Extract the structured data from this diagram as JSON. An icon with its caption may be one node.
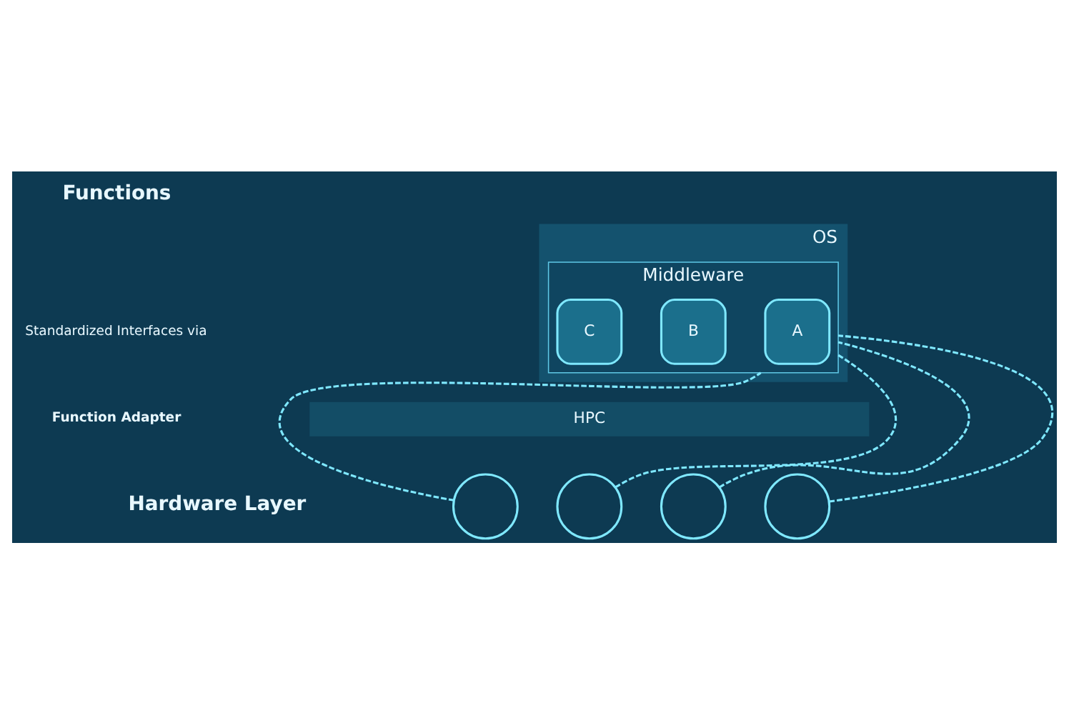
{
  "diagram": {
    "nodes": [
      {
        "text": [
          "OS"
        ]
      },
      {
        "text": [
          "Middleware"
        ],
        "in": 0
      },
      {
        "text": [
          "A"
        ],
        "in": 1
      },
      {
        "text": [
          "B"
        ],
        "in": 1
      },
      {
        "text": [
          "C"
        ],
        "in": 1
      },
      {
        "text": [
          "HPC"
        ]
      },
      {
        "text": [],
        "shape": "circle"
      },
      {
        "text": [],
        "shape": "circle"
      },
      {
        "text": [],
        "shape": "circle"
      },
      {
        "text": [],
        "shape": "circle"
      }
    ],
    "edges": [
      {
        "from": 6,
        "to": 1,
        "arrow": "none",
        "style": "dashed"
      },
      {
        "from": 7,
        "to": 1,
        "arrow": "none",
        "style": "dashed"
      },
      {
        "from": 8,
        "to": 1,
        "arrow": "none",
        "style": "dashed"
      },
      {
        "from": 9,
        "to": 1,
        "arrow": "none",
        "style": "dashed"
      }
    ],
    "labels": [
      "Functions",
      "Standardized Interfaces via",
      "Function Adapter",
      "Hardware Layer"
    ]
  }
}
